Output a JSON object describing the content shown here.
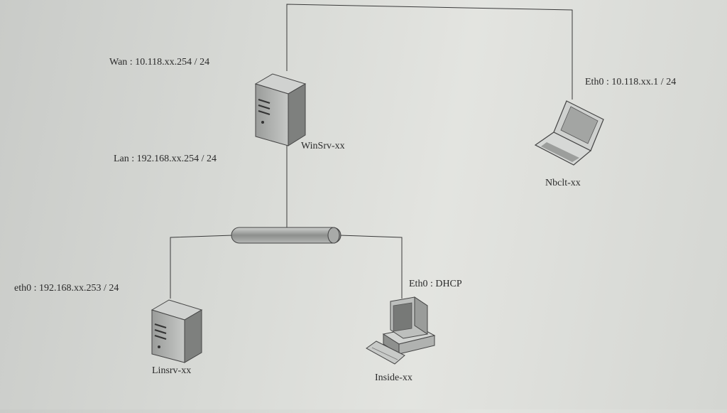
{
  "nodes": {
    "winsrv": {
      "name": "WinSrv-xx",
      "wan": "Wan : 10.118.xx.254 / 24",
      "lan": "Lan : 192.168.xx.254 / 24"
    },
    "nbclt": {
      "name": "Nbclt-xx",
      "iface": "Eth0 : 10.118.xx.1 / 24"
    },
    "linsrv": {
      "name": "Linsrv-xx",
      "iface": "eth0 : 192.168.xx.253 / 24"
    },
    "inside": {
      "name": "Inside-xx",
      "iface": "Eth0 : DHCP"
    }
  }
}
